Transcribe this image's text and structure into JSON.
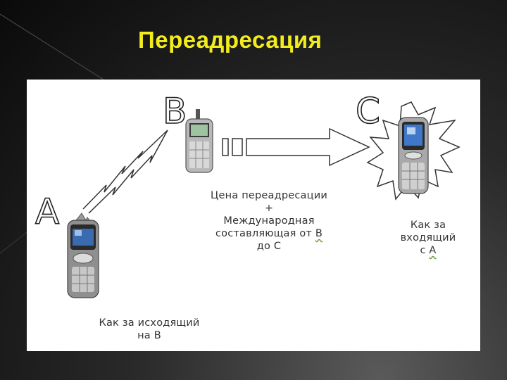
{
  "slide": {
    "title": "Переадресация"
  },
  "diagram": {
    "label_a": "A",
    "label_b": "B",
    "label_c": "C",
    "center_text": {
      "line1": "Цена переадресации",
      "line2": "+",
      "line3": "Международная",
      "line4_prefix": "составляющая от ",
      "line4_link": "В",
      "line5": "до С"
    },
    "right_text": {
      "line1": "Как за",
      "line2": "входящий",
      "line3_prefix": "с ",
      "line3_link": "А"
    },
    "left_text": {
      "line1": "Как за исходящий",
      "line2": "на В"
    },
    "icons": [
      "phone-a-icon",
      "phone-b-icon",
      "phone-c-icon",
      "lightning-icon",
      "arrow-icon",
      "starburst-icon"
    ]
  }
}
